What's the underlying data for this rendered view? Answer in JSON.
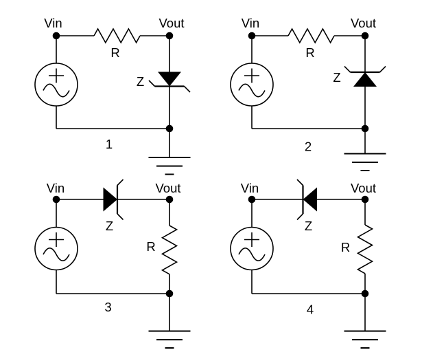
{
  "page": {
    "background_color": "#ffffff",
    "ink_color": "#000000",
    "figure_type": "zener diode regulator circuit schematics",
    "circuit_count": "4"
  },
  "circuits": [
    {
      "number": "1",
      "input_label": "Vin",
      "output_label": "Vout",
      "resistor_label": "R",
      "zener_label": "Z",
      "topology": "series resistor, shunt zener, cathode toward Vout (triangle points down to ground)"
    },
    {
      "number": "2",
      "input_label": "Vin",
      "output_label": "Vout",
      "resistor_label": "R",
      "zener_label": "Z",
      "topology": "series resistor, shunt zener, cathode toward Vout node (triangle points up)"
    },
    {
      "number": "3",
      "input_label": "Vin",
      "output_label": "Vout",
      "resistor_label": "R",
      "zener_label": "Z",
      "topology": "series zener with cathode toward Vout (triangle points right), shunt resistor to ground"
    },
    {
      "number": "4",
      "input_label": "Vin",
      "output_label": "Vout",
      "resistor_label": "R",
      "zener_label": "Z",
      "topology": "series zener with cathode toward Vin (triangle points left), shunt resistor to ground"
    }
  ]
}
